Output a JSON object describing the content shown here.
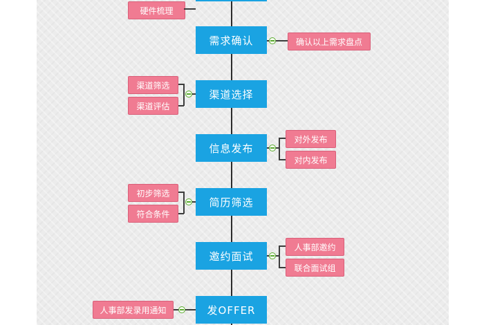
{
  "steps": [
    {
      "label": ""
    },
    {
      "label": "需求确认"
    },
    {
      "label": "渠道选择"
    },
    {
      "label": "信息发布"
    },
    {
      "label": "简历筛选"
    },
    {
      "label": "邀约面试"
    },
    {
      "label": "发OFFER"
    }
  ],
  "notes": {
    "hardware": "硬件梳理",
    "confirm": "确认以上需求盘点",
    "channel_screen": "渠道筛选",
    "channel_eval": "渠道评估",
    "external": "对外发布",
    "internal": "对内发布",
    "initial_screen": "初步筛选",
    "meet_criteria": "符合条件",
    "hr_invite": "人事部邀约",
    "joint_panel": "联合面试组",
    "hr_offer_notice": "人事部发录用通知"
  },
  "colors": {
    "step": "#1aa3e2",
    "note": "#f07b92",
    "connector": "#3c3c3c",
    "node": "#5aa830"
  }
}
